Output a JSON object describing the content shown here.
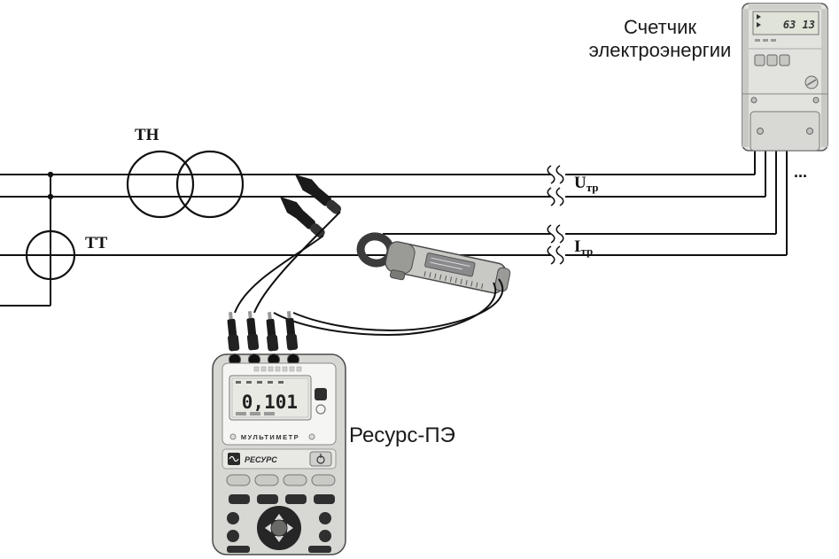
{
  "meter": {
    "title_line1": "Счетчик",
    "title_line2": "электроэнергии",
    "lcd_value": "63 13",
    "ellipsis": "..."
  },
  "schematic": {
    "tn_label": "ТН",
    "tt_label": "ТТ",
    "u_label": "U",
    "u_sub": "тр",
    "i_label": "I",
    "i_sub": "тр"
  },
  "device": {
    "name_label": "Ресурс-ПЭ",
    "display_value": "0,101",
    "panel_label": "МУЛЬТИМЕТР",
    "brand": "РЕСУРС"
  }
}
